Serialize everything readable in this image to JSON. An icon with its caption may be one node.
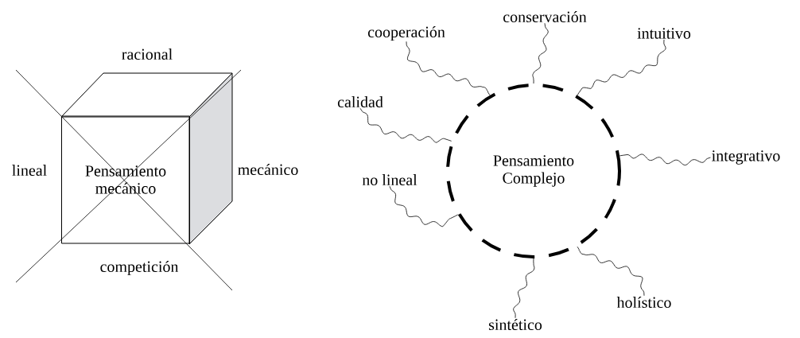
{
  "diagram": {
    "nodes": [
      {
        "text": [
          "Pensamiento mecánico"
        ]
      },
      {
        "text": [
          "Pensamiento Complejo"
        ]
      },
      {
        "text": [
          "cooperación"
        ]
      },
      {
        "text": [
          "conservación"
        ]
      },
      {
        "text": [
          "intuitivo"
        ]
      },
      {
        "text": [
          "calidad"
        ]
      },
      {
        "text": [
          "integrativo"
        ]
      },
      {
        "text": [
          "no lineal"
        ]
      },
      {
        "text": [
          "holístico"
        ]
      },
      {
        "text": [
          "sintético"
        ]
      }
    ],
    "edges": [
      {
        "from": 2,
        "to": 1,
        "arrow": "none"
      },
      {
        "from": 3,
        "to": 1,
        "arrow": "none"
      },
      {
        "from": 4,
        "to": 1,
        "arrow": "none"
      },
      {
        "from": 5,
        "to": 1,
        "arrow": "none"
      },
      {
        "from": 6,
        "to": 1,
        "arrow": "none"
      },
      {
        "from": 7,
        "to": 1,
        "arrow": "none"
      },
      {
        "from": 8,
        "to": 1,
        "arrow": "none"
      },
      {
        "from": 9,
        "to": 1,
        "arrow": "none"
      }
    ],
    "labels": [
      "racional",
      "lineal",
      "mecánico",
      "competición"
    ]
  }
}
